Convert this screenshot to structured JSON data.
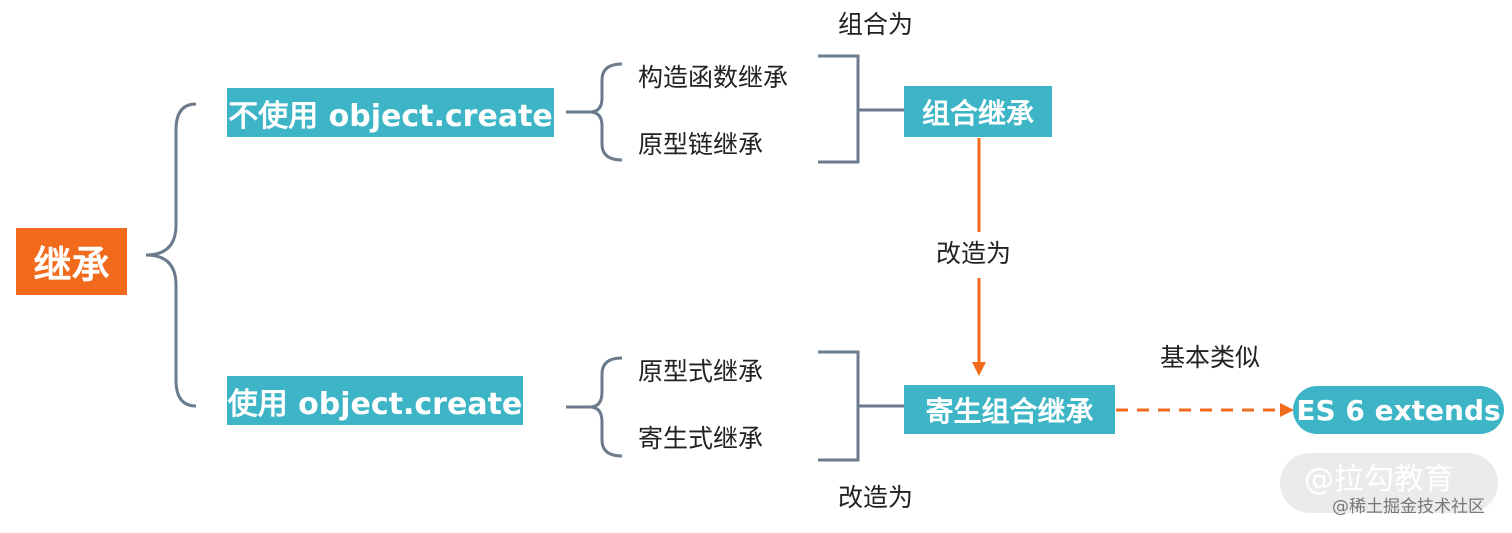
{
  "root": {
    "label": "继承",
    "color": "#f26b1d"
  },
  "branches": {
    "without_create": {
      "label": "不使用 object.create",
      "items": [
        "构造函数继承",
        "原型链继承"
      ]
    },
    "with_create": {
      "label": "使用 object.create",
      "items": [
        "原型式继承",
        "寄生式继承"
      ]
    }
  },
  "results": {
    "combination": "组合继承",
    "parasitic_combination": "寄生组合继承",
    "es6": "ES 6 extends"
  },
  "edge_labels": {
    "combine_top": "组合为",
    "transform_middle": "改造为",
    "transform_bottom": "改造为",
    "similar": "基本类似"
  },
  "colors": {
    "teal": "#3db5c6",
    "orange": "#f26b1d",
    "bracket": "#6b7b8c"
  },
  "watermark": {
    "main": "@拉勾教育",
    "sub": "@稀土掘金技术社区"
  }
}
